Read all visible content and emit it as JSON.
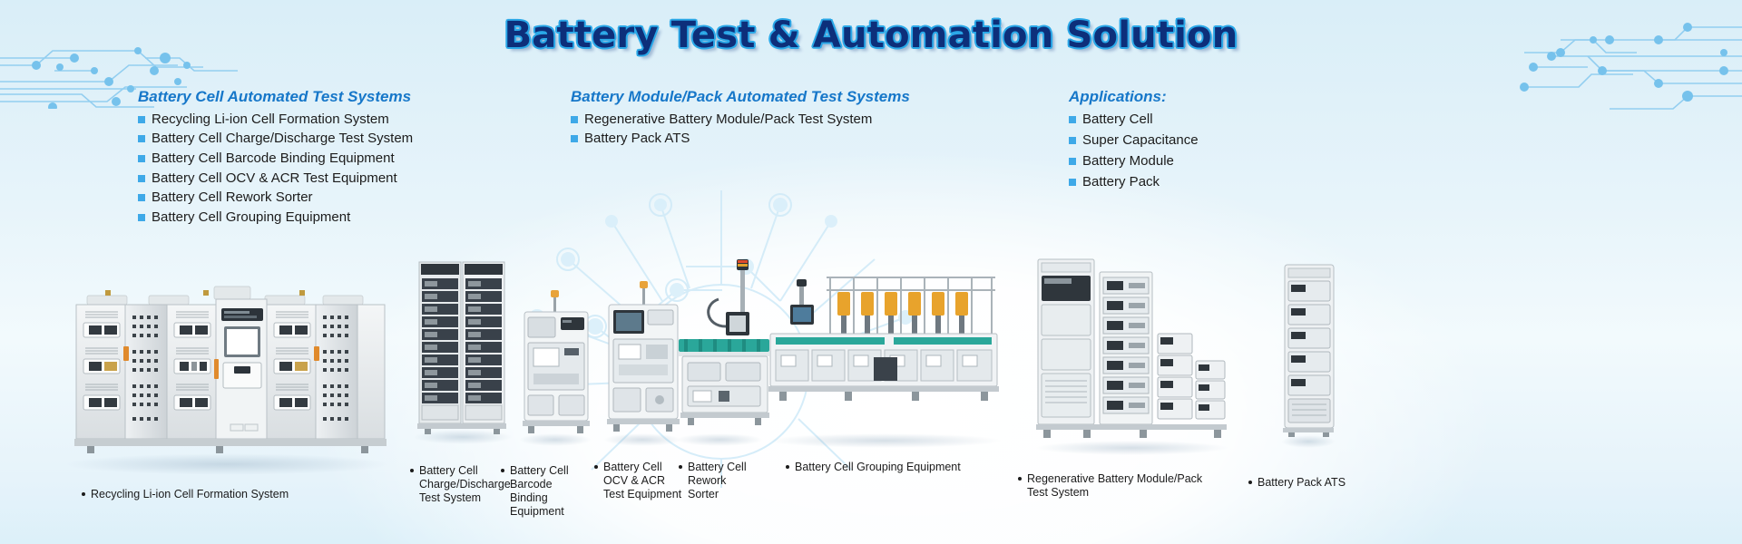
{
  "title": "Battery Test & Automation Solution",
  "columns": [
    {
      "id": "cell-systems",
      "heading": "Battery Cell Automated Test Systems",
      "items": [
        "Recycling Li-ion Cell Formation System",
        "Battery Cell Charge/Discharge Test System",
        "Battery Cell Barcode Binding Equipment",
        "Battery Cell OCV & ACR Test Equipment",
        "Battery Cell Rework Sorter",
        "Battery Cell Grouping Equipment"
      ]
    },
    {
      "id": "module-pack-systems",
      "heading": "Battery Module/Pack Automated Test Systems",
      "items": [
        "Regenerative Battery Module/Pack Test System",
        "Battery Pack ATS"
      ]
    },
    {
      "id": "applications",
      "heading": "Applications:",
      "items": [
        "Battery Cell",
        "Super Capacitance",
        "Battery Module",
        " Battery Pack"
      ]
    }
  ],
  "captions": [
    {
      "id": "formation-system",
      "text": "Recycling Li-ion Cell Formation System"
    },
    {
      "id": "charge-discharge",
      "text": "Battery Cell\nCharge/Discharge\nTest System"
    },
    {
      "id": "barcode-binding",
      "text": "Battery Cell\nBarcode Binding\nEquipment"
    },
    {
      "id": "ocv-acr",
      "text": "Battery Cell\nOCV & ACR\nTest Equipment"
    },
    {
      "id": "rework-sorter",
      "text": "Battery Cell\nRework\nSorter"
    },
    {
      "id": "grouping-equipment",
      "text": "Battery Cell Grouping Equipment"
    },
    {
      "id": "regenerative-test",
      "text": " Regenerative Battery Module/Pack\nTest System"
    },
    {
      "id": "battery-pack-ats",
      "text": "Battery Pack ATS"
    }
  ],
  "colors": {
    "title_fill": "#0d2f7a",
    "title_outline": "#2aa8e8",
    "heading_blue": "#1677c9",
    "bullet_square": "#3ea9e8",
    "body_text": "#1c1c1c",
    "background_top": "#d9eef8",
    "background_mid": "#f2fafd",
    "circuit_trace": "#8fcdf0",
    "equipment_body": "#e9ecee",
    "equipment_accent": "#2f3640",
    "conveyor_teal": "#36b5a6",
    "warning_amber": "#e6a020"
  }
}
